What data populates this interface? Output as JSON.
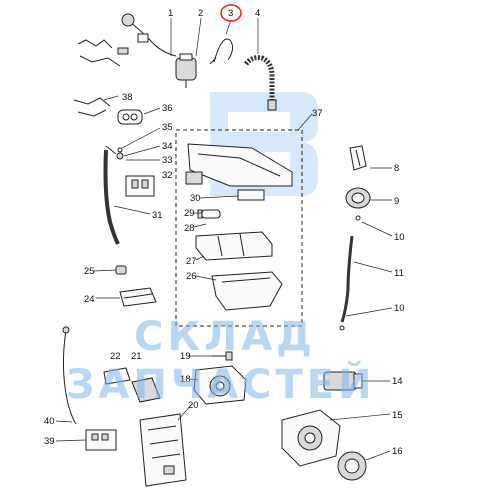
{
  "callouts": [
    {
      "id": "1",
      "text": "1"
    },
    {
      "id": "2",
      "text": "2"
    },
    {
      "id": "3",
      "text": "3"
    },
    {
      "id": "4",
      "text": "4"
    },
    {
      "id": "37",
      "text": "37"
    },
    {
      "id": "38",
      "text": "38"
    },
    {
      "id": "36",
      "text": "36"
    },
    {
      "id": "35",
      "text": "35"
    },
    {
      "id": "34",
      "text": "34"
    },
    {
      "id": "33",
      "text": "33"
    },
    {
      "id": "32",
      "text": "32"
    },
    {
      "id": "31",
      "text": "31"
    },
    {
      "id": "30",
      "text": "30"
    },
    {
      "id": "29",
      "text": "29"
    },
    {
      "id": "28",
      "text": "28"
    },
    {
      "id": "27",
      "text": "27"
    },
    {
      "id": "26",
      "text": "26"
    },
    {
      "id": "25",
      "text": "25"
    },
    {
      "id": "24",
      "text": "24"
    },
    {
      "id": "8",
      "text": "8"
    },
    {
      "id": "9",
      "text": "9"
    },
    {
      "id": "10a",
      "text": "10"
    },
    {
      "id": "11",
      "text": "11"
    },
    {
      "id": "10b",
      "text": "10"
    },
    {
      "id": "22",
      "text": "22"
    },
    {
      "id": "21",
      "text": "21"
    },
    {
      "id": "19",
      "text": "19"
    },
    {
      "id": "18",
      "text": "18"
    },
    {
      "id": "20",
      "text": "20"
    },
    {
      "id": "14",
      "text": "14"
    },
    {
      "id": "15",
      "text": "15"
    },
    {
      "id": "16",
      "text": "16"
    },
    {
      "id": "40",
      "text": "40"
    },
    {
      "id": "39",
      "text": "39"
    }
  ],
  "highlight": {
    "label": "3",
    "color": "#e02020"
  },
  "watermark": {
    "line1": "СКЛАД",
    "line2": "ЗАПЧАСТЕЙ",
    "color": "#7fb6ec"
  }
}
